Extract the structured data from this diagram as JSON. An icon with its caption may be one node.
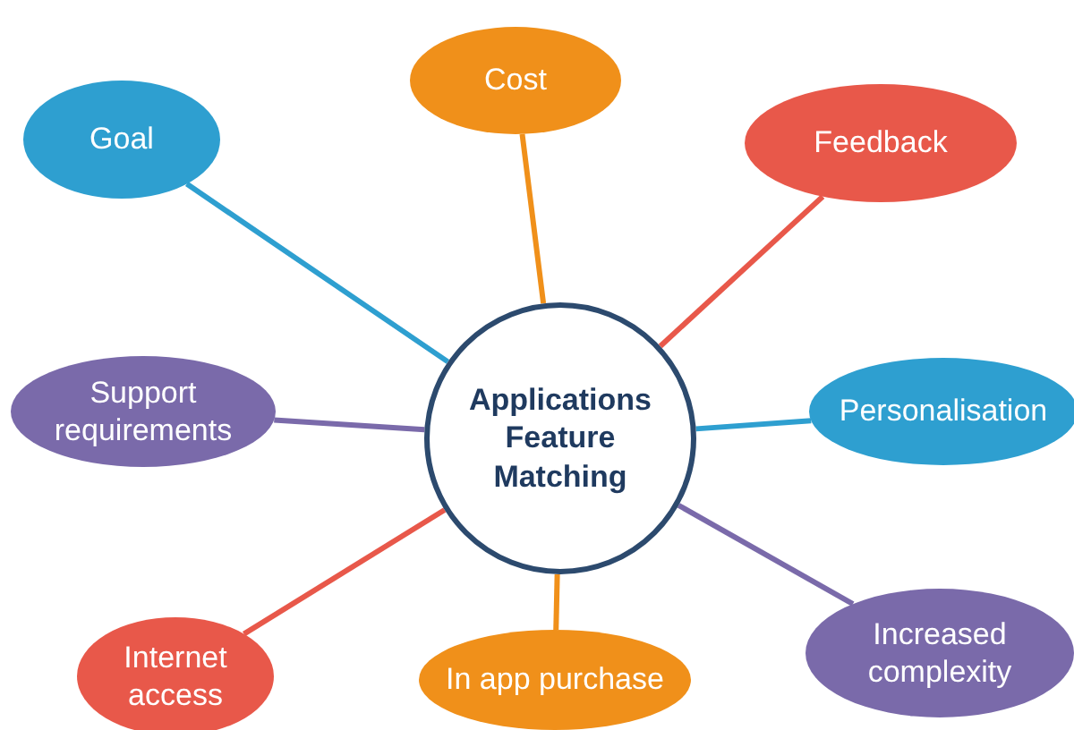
{
  "diagram": {
    "nodes": [
      {
        "text": [
          "Cost"
        ]
      },
      {
        "text": [
          "Goal"
        ]
      },
      {
        "text": [
          "Feedback"
        ]
      },
      {
        "text": [
          "Support requirements"
        ]
      },
      {
        "text": [
          "Applications Feature Matching"
        ]
      },
      {
        "text": [
          "Personalisation"
        ]
      },
      {
        "text": [
          "Increased complexity"
        ]
      },
      {
        "text": [
          "Internet access"
        ]
      },
      {
        "text": [
          "In app purchase"
        ]
      }
    ],
    "edges": [
      {
        "from": 4,
        "to": 0,
        "arrow": "none",
        "color": "#f0901a"
      },
      {
        "from": 4,
        "to": 1,
        "arrow": "none",
        "color": "#2e9fd0"
      },
      {
        "from": 4,
        "to": 2,
        "arrow": "none",
        "color": "#e8584a"
      },
      {
        "from": 4,
        "to": 3,
        "arrow": "none",
        "color": "#7a6aaa"
      },
      {
        "from": 4,
        "to": 5,
        "arrow": "none",
        "color": "#2e9fd0"
      },
      {
        "from": 4,
        "to": 6,
        "arrow": "none",
        "color": "#7a6aaa"
      },
      {
        "from": 4,
        "to": 7,
        "arrow": "none",
        "color": "#e8584a"
      },
      {
        "from": 4,
        "to": 8,
        "arrow": "none",
        "color": "#f0901a"
      }
    ]
  }
}
